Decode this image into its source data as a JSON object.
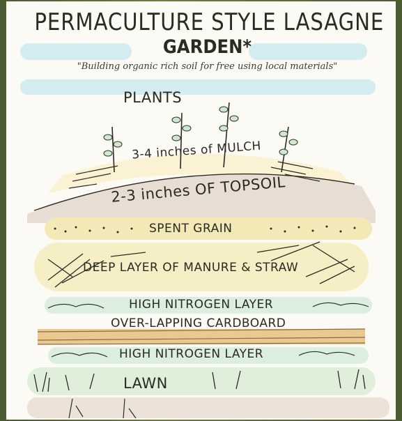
{
  "title": "PERMACULTURE STYLE LASAGNE",
  "subtitle": "GARDEN*",
  "tagline": "\"Building organic rich soil for free using local materials\"",
  "labels": {
    "plants": "PLANTS",
    "mulch": "3-4 inches of MULCH",
    "topsoil": "2-3 inches OF TOPSOIL",
    "spent_grain": "SPENT GRAIN",
    "manure_straw": "DEEP LAYER OF MANURE & STRAW",
    "high_nitrogen_top": "HIGH NITROGEN LAYER",
    "cardboard": "OVER-LAPPING CARDBOARD",
    "high_nitrogen_bottom": "HIGH NITROGEN LAYER",
    "lawn": "LAWN"
  },
  "colors": {
    "paper": "#fbfaf4",
    "highlight_blue": "#d2ecef",
    "mulch_band": "#fbf2d4",
    "topsoil": "#e8ddd2",
    "spent_grain": "#f3e9b6",
    "manure_straw": "#f6efc6",
    "nitrogen": "#dbeedf",
    "cardboard": "#e9c98f",
    "lawn": "#dfefd9",
    "subsoil": "#ece2d8",
    "ink": "#2b2b22"
  }
}
